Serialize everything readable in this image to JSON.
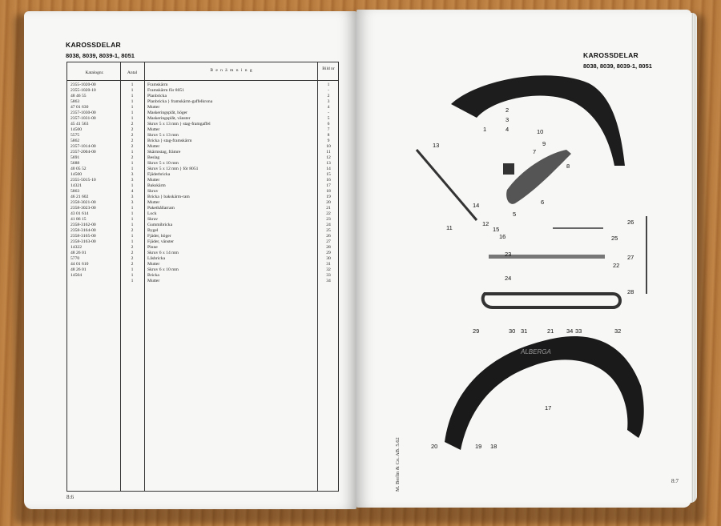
{
  "left_page": {
    "title": "KAROSSDELAR",
    "models": "8038, 8039, 8039-1, 8051",
    "table": {
      "headers": {
        "catalog": "Katalognr.",
        "qty": "Antal",
        "name": "B e n ä m n i n g",
        "fig": "Bild nr"
      },
      "rows": [
        {
          "cat": "2355-1020-00",
          "qty": "1",
          "name": "Framskärm",
          "fig": "1"
        },
        {
          "cat": "2355-1020-10",
          "qty": "1",
          "name": "Framskärm för 8051",
          "fig": "-"
        },
        {
          "cat": "48 46 55",
          "qty": "1",
          "name": "Planbricka",
          "fig": "2"
        },
        {
          "cat": "5863",
          "qty": "1",
          "name": "Planbricka } framskärm-gaffelkrona",
          "fig": "3"
        },
        {
          "cat": "47 01 630",
          "qty": "1",
          "name": "Mutter",
          "fig": "4"
        },
        {
          "cat": "2357-1030-00",
          "qty": "1",
          "name": "Maskeringsplåt, höger",
          "fig": "-"
        },
        {
          "cat": "2357-1031-00",
          "qty": "1",
          "name": "Maskeringsplåt, vänster",
          "fig": "5"
        },
        {
          "cat": "45 41 563",
          "qty": "2",
          "name": "Skruv 5 x 13 mm } stag-framgaffel",
          "fig": "6"
        },
        {
          "cat": "14500",
          "qty": "2",
          "name": "Mutter",
          "fig": "7"
        },
        {
          "cat": "5575",
          "qty": "2",
          "name": "Skruv 5 x 13 mm",
          "fig": "8"
        },
        {
          "cat": "5862",
          "qty": "2",
          "name": "Bricka } stag-framskärm",
          "fig": "9"
        },
        {
          "cat": "2357-1014-00",
          "qty": "2",
          "name": "Mutter",
          "fig": "10"
        },
        {
          "cat": "2357-2004-00",
          "qty": "1",
          "name": "Skärmstag, främre",
          "fig": "11"
        },
        {
          "cat": "5691",
          "qty": "2",
          "name": "Beslag",
          "fig": "12"
        },
        {
          "cat": "5688",
          "qty": "1",
          "name": "Skruv 5 x 10 mm",
          "fig": "13"
        },
        {
          "cat": "40 05 52",
          "qty": "1",
          "name": "Skruv 5 x 12 mm } för 8051",
          "fig": "14"
        },
        {
          "cat": "14500",
          "qty": "3",
          "name": "Fjäderbricka",
          "fig": "15"
        },
        {
          "cat": "2355-5015-10",
          "qty": "3",
          "name": "Mutter",
          "fig": "16"
        },
        {
          "cat": "14321",
          "qty": "1",
          "name": "Bakskärm",
          "fig": "17"
        },
        {
          "cat": "5863",
          "qty": "4",
          "name": "Skruv",
          "fig": "18"
        },
        {
          "cat": "46 21 602",
          "qty": "3",
          "name": "Bricka } bakskärm-ram",
          "fig": "19"
        },
        {
          "cat": "2358-3021-00",
          "qty": "3",
          "name": "Mutter",
          "fig": "20"
        },
        {
          "cat": "2358-3023-00",
          "qty": "1",
          "name": "Pakethållarram",
          "fig": "21"
        },
        {
          "cat": "43 01 614",
          "qty": "1",
          "name": "Lock",
          "fig": "22"
        },
        {
          "cat": "41 86 15",
          "qty": "1",
          "name": "Skrav",
          "fig": "23"
        },
        {
          "cat": "2358-3162-00",
          "qty": "1",
          "name": "Gummibricka",
          "fig": "24"
        },
        {
          "cat": "2358-3164-00",
          "qty": "2",
          "name": "Bygel",
          "fig": "25"
        },
        {
          "cat": "2358-3165-00",
          "qty": "1",
          "name": "Fjäder, höger",
          "fig": "26"
        },
        {
          "cat": "2358-3163-00",
          "qty": "1",
          "name": "Fjäder, vänster",
          "fig": "27"
        },
        {
          "cat": "14322",
          "qty": "2",
          "name": "Pinne",
          "fig": "28"
        },
        {
          "cat": "48 26 01",
          "qty": "2",
          "name": "Skruv 6 x 14 mm",
          "fig": "29"
        },
        {
          "cat": "5770",
          "qty": "2",
          "name": "Låsbricka",
          "fig": "30"
        },
        {
          "cat": "44 01 610",
          "qty": "2",
          "name": "Mutter",
          "fig": "31"
        },
        {
          "cat": "48 26 01",
          "qty": "1",
          "name": "Skruv 6 x 10 mm",
          "fig": "32"
        },
        {
          "cat": "14504",
          "qty": "1",
          "name": "Bricka",
          "fig": "33"
        },
        {
          "cat": "",
          "qty": "1",
          "name": "Mutter",
          "fig": "34"
        }
      ]
    },
    "page_number": "8:6"
  },
  "right_page": {
    "title": "KAROSSDELAR",
    "models": "8038, 8039, 8039-1, 8051",
    "publisher_note": "M. Berlin & Co. AB. 5.62",
    "brand_on_fender": "ALBERGA",
    "page_number": "8:7",
    "callouts": [
      "1",
      "2",
      "3",
      "4",
      "5",
      "6",
      "7",
      "8",
      "9",
      "10",
      "11",
      "12",
      "13",
      "14",
      "15",
      "16",
      "17",
      "18",
      "19",
      "20",
      "21",
      "22",
      "23",
      "24",
      "25",
      "26",
      "27",
      "28",
      "29",
      "30",
      "31",
      "32",
      "33",
      "34"
    ]
  },
  "colors": {
    "page": "#f7f7f5",
    "ink": "#111111",
    "table": "#333333",
    "wood": "#b97d40"
  }
}
